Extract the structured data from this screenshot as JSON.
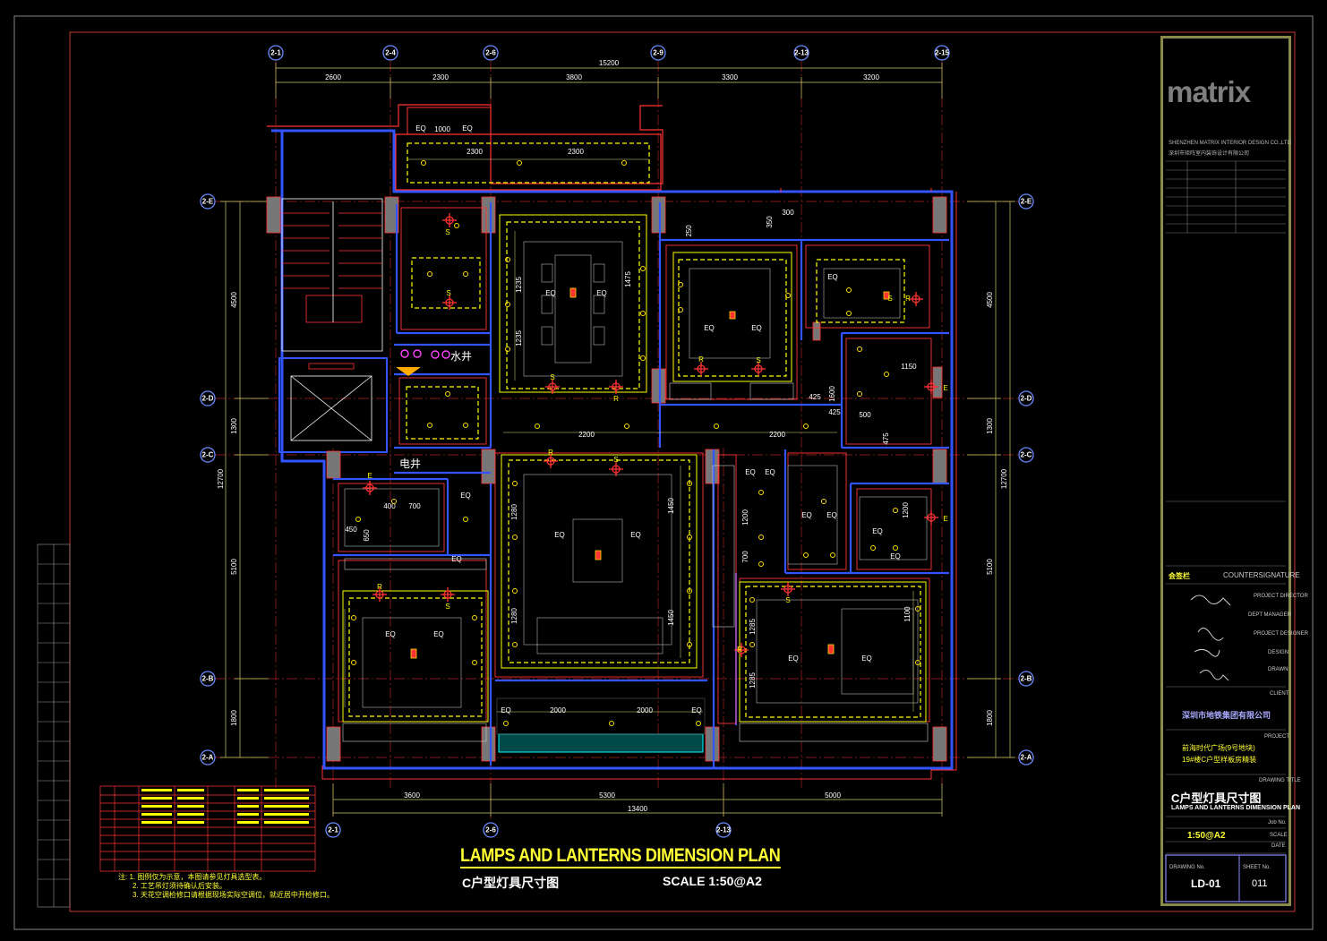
{
  "drawing": {
    "title_en": "LAMPS AND LANTERNS DIMENSION PLAN",
    "title_cn": "C户型灯具尺寸图",
    "scale_text": "SCALE 1:50@A2"
  },
  "grid": {
    "top_labels": [
      "2-1",
      "2-4",
      "2-6",
      "2-9",
      "2-13",
      "2-15"
    ],
    "bottom_labels": [
      "2-1",
      "2-6",
      "2-13"
    ],
    "left_labels": [
      "2-E",
      "2-D",
      "2-C",
      "2-B",
      "2-A"
    ],
    "right_labels": [
      "2-E",
      "2-D",
      "2-C",
      "2-B",
      "2-A"
    ]
  },
  "dimensions": {
    "top_total": "15200",
    "top_segments": [
      "2600",
      "2300",
      "3800",
      "3300",
      "3200"
    ],
    "bottom_total": "13400",
    "bottom_segments": [
      "3600",
      "5300",
      "5000"
    ],
    "left_total": "12700",
    "left_segments": [
      "4500",
      "1300",
      "5100",
      "1800"
    ],
    "right_total": "12700",
    "right_segments": [
      "4500",
      "1300",
      "5100",
      "1800"
    ],
    "interior": [
      "2300",
      "2300",
      "1000",
      "2200",
      "2200",
      "1150",
      "1475",
      "1235",
      "1235",
      "1200",
      "1450",
      "1450",
      "1280",
      "1280",
      "2000",
      "2000",
      "1200",
      "700",
      "1285",
      "1285",
      "1100",
      "1600",
      "400",
      "700",
      "450",
      "650",
      "500",
      "425",
      "425",
      "475",
      "300",
      "250",
      "350"
    ],
    "eq_label": "EQ"
  },
  "plan_labels": {
    "water_shaft": "水井",
    "elec_shaft": "电井",
    "marker_r": "R",
    "marker_s": "S",
    "marker_e": "E"
  },
  "notes": {
    "lead": "注:",
    "lines": [
      "1. 图例仅为示意，本图请参见灯具选型表。",
      "2. 工艺吊灯须待确认后安装。",
      "3. 天花空调检修口请根据现场实际空调位，就近居中开检修口。"
    ]
  },
  "title_block": {
    "logo": "matrix",
    "company_en": "SHENZHEN MATRIX INTERIOR DESIGN CO.,LTD",
    "company_cn": "深圳市矩阵室内装饰设计有限公司",
    "countersignature_cn": "会签栏",
    "countersignature_en": "COUNTERSIGNATURE",
    "roles": [
      "PROJECT DIRECTOR",
      "DEPT MANAGER",
      "PROJECT DESIGNER",
      "DESIGN",
      "DRAWN"
    ],
    "client_label": "CLIENT",
    "client": "深圳市地铁集团有限公司",
    "project_label": "PROJECT",
    "project_line1": "前海时代广场(9号地块)",
    "project_line2": "19#楼C户型样板房精装",
    "drawing_title_label": "DRAWING TITLE",
    "drawing_title_cn": "C户型灯具尺寸图",
    "drawing_title_en": "LAMPS AND LANTERNS DIMENSION PLAN",
    "job_no_label": "Job No.",
    "scale_label": "SCALE",
    "scale_value": "1:50@A2",
    "date_label": "DATE",
    "drawing_no_label": "DRAWING No.",
    "sheet_no_label": "SHEET No.",
    "drawing_no": "LD-01",
    "sheet_no": "011"
  },
  "colors": {
    "background": "#000000",
    "wall_blue": "#3355ff",
    "wall_red": "#ff3333",
    "ceiling_yellow": "#ffff00",
    "furniture_white": "#cccccc",
    "cyan": "#00ffff",
    "title_yellow": "#ffff33"
  }
}
